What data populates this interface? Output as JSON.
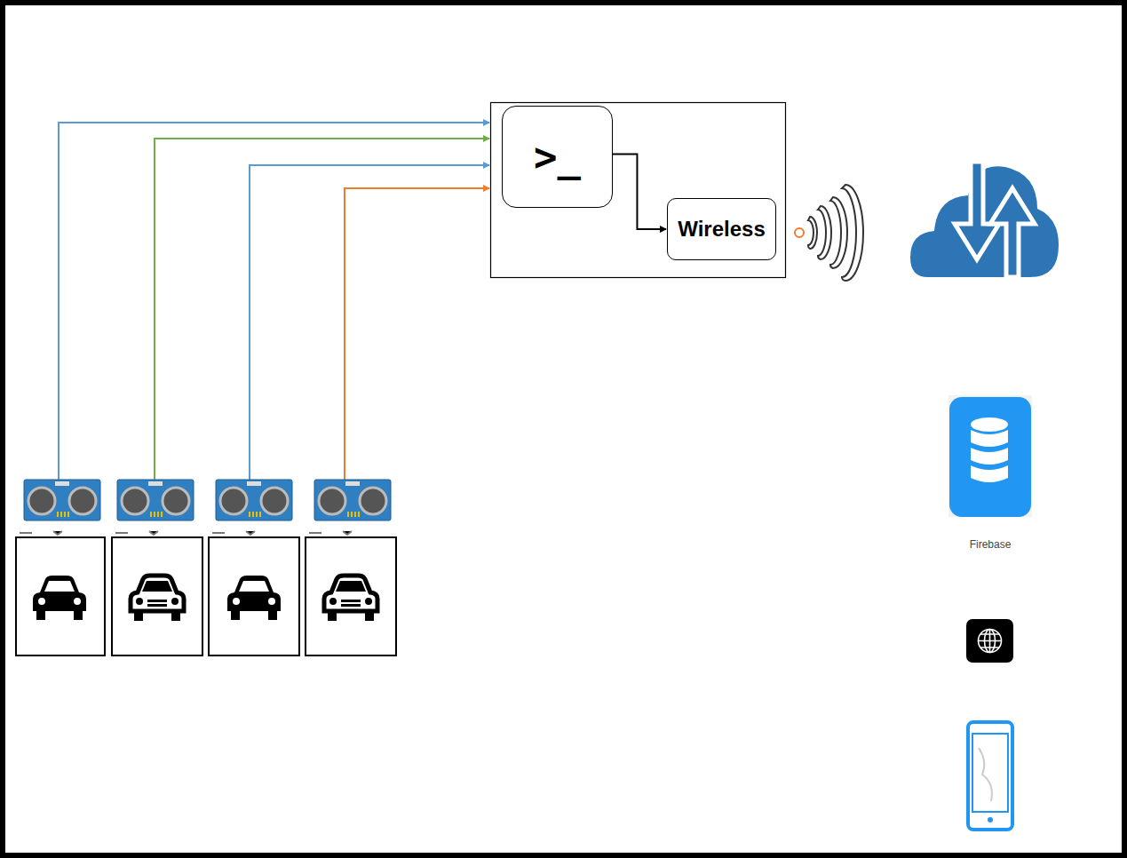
{
  "diagram": {
    "nodes": [
      {
        "text": [
          ">_"
        ]
      },
      {
        "text": [
          "Wireless"
        ]
      }
    ],
    "edges": [
      {
        "from": 0,
        "to": 1,
        "arrow": "to"
      }
    ],
    "labels": [
      "Firebase"
    ]
  }
}
